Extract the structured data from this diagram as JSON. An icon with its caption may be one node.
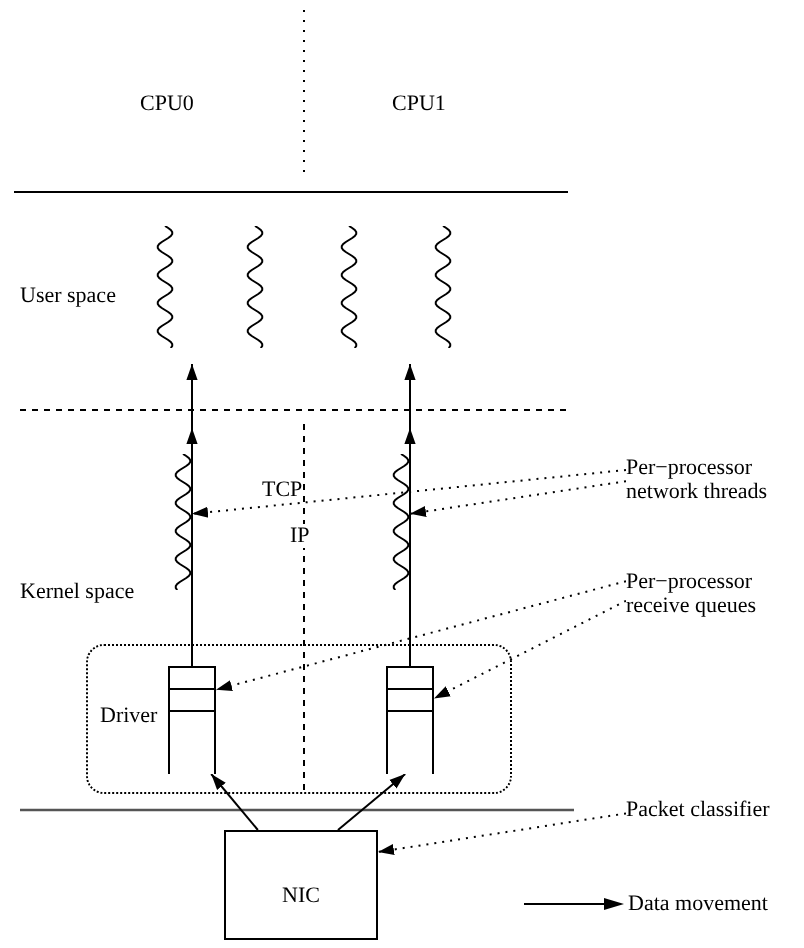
{
  "diagram": {
    "nodes": [
      {
        "text": [],
        "shape": "wave"
      },
      {
        "text": [],
        "shape": "wave"
      },
      {
        "text": [],
        "shape": "wave"
      },
      {
        "text": [],
        "shape": "wave"
      },
      {
        "text": [],
        "shape": "wave"
      },
      {
        "text": [],
        "shape": "wave"
      },
      {
        "text": [
          "Driver"
        ]
      },
      {
        "text": [],
        "shape": "box",
        "in": 6
      },
      {
        "text": [],
        "shape": "box",
        "in": 6
      },
      {
        "text": [
          "NIC"
        ]
      },
      {
        "text": [
          "Per−processor network threads"
        ]
      },
      {
        "text": [
          "Per−processor receive queues"
        ]
      },
      {
        "text": [
          "Packet classifier"
        ]
      }
    ],
    "edges": [
      {
        "from": 7,
        "to": 0,
        "arrow": "to"
      },
      {
        "from": 8,
        "to": 3,
        "arrow": "to"
      },
      {
        "from": 9,
        "to": 7,
        "arrow": "to"
      },
      {
        "from": 9,
        "to": 8,
        "arrow": "to"
      },
      {
        "from": 10,
        "to": 4,
        "arrow": "to",
        "style": "dashed"
      },
      {
        "from": 10,
        "to": 5,
        "arrow": "to",
        "style": "dashed"
      },
      {
        "from": 11,
        "to": 7,
        "arrow": "to",
        "style": "dashed"
      },
      {
        "from": 11,
        "to": 8,
        "arrow": "to",
        "style": "dashed"
      },
      {
        "from": 12,
        "to": 9,
        "arrow": "to",
        "style": "dashed"
      }
    ],
    "labels": [
      "CPU0",
      "CPU1",
      "User space",
      "TCP",
      "IP",
      "Kernel space"
    ],
    "legend": [
      {
        "text": "Data movement"
      }
    ]
  }
}
